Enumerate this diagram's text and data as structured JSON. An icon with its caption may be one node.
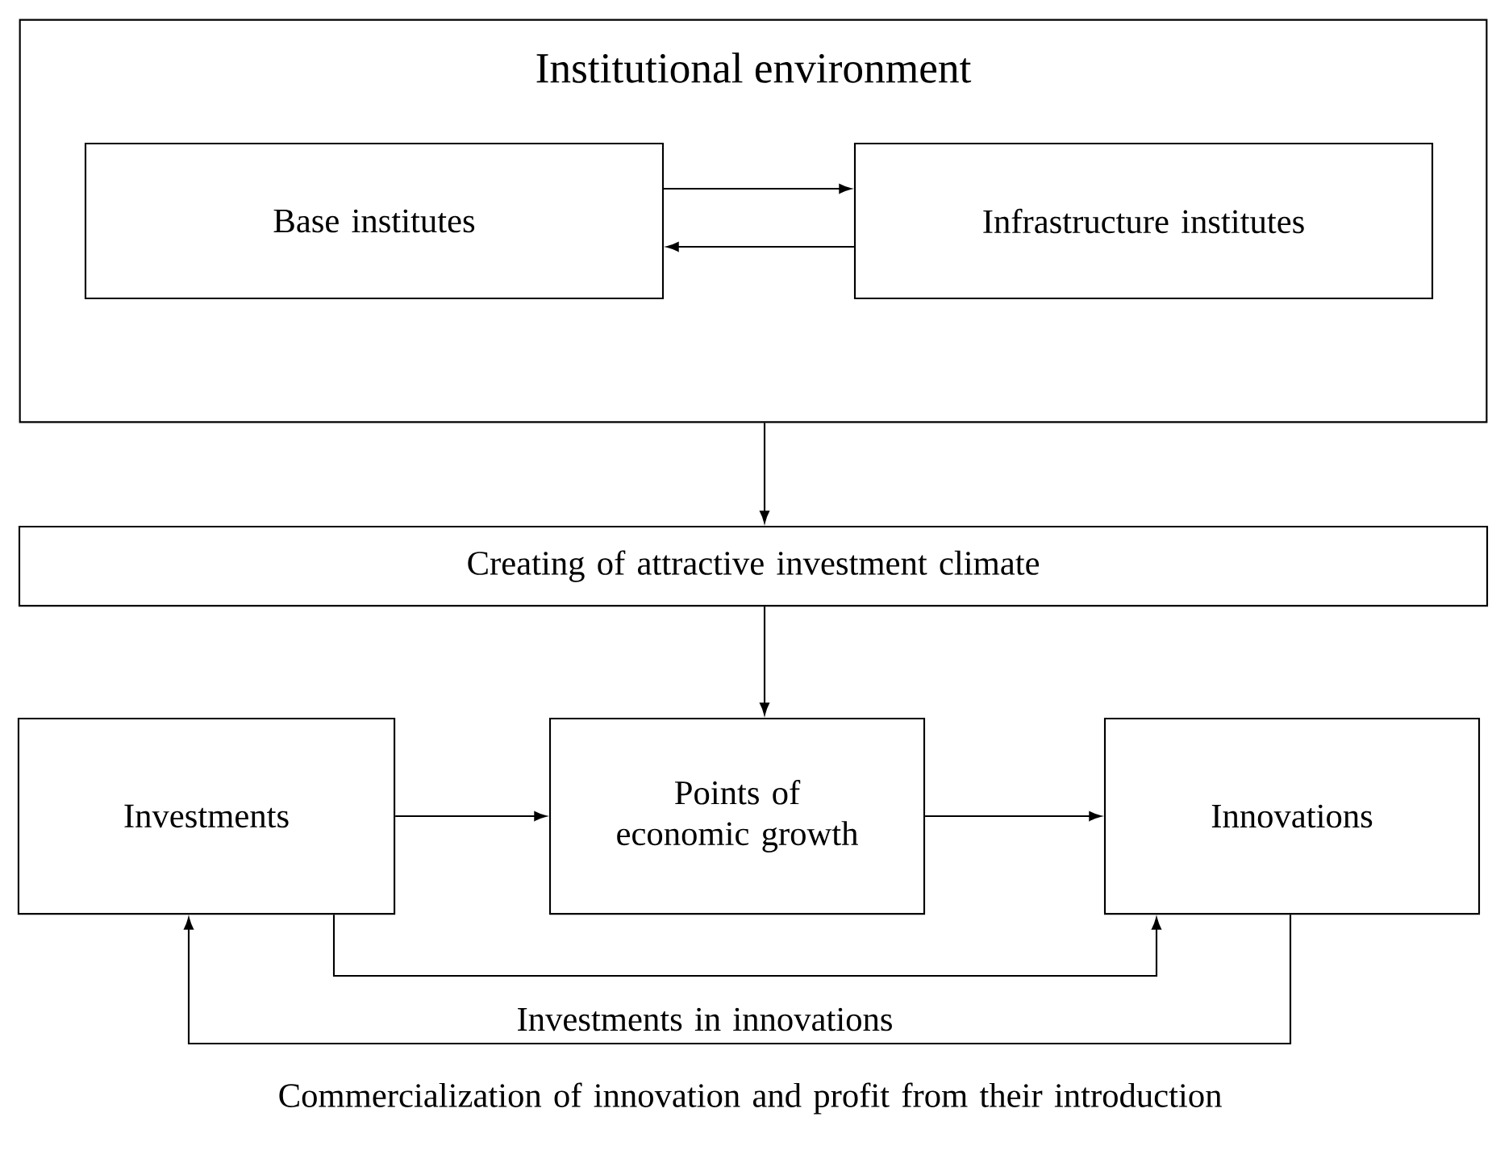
{
  "diagram": {
    "nodes": [
      {
        "text": [
          "Institutional environment"
        ]
      },
      {
        "text": [
          "Base institutes"
        ],
        "in": 0
      },
      {
        "text": [
          "Infrastructure institutes"
        ],
        "in": 0
      },
      {
        "text": [
          "Creating of attractive investment climate"
        ]
      },
      {
        "text": [
          "Investments"
        ]
      },
      {
        "text": [
          "Points of economic growth"
        ]
      },
      {
        "text": [
          "Innovations"
        ]
      }
    ],
    "edges": [
      {
        "from": 1,
        "to": 2,
        "arrow": "to"
      },
      {
        "from": 2,
        "to": 1,
        "arrow": "to"
      },
      {
        "from": 0,
        "to": 3,
        "arrow": "to"
      },
      {
        "from": 3,
        "to": 5,
        "arrow": "to"
      },
      {
        "from": 4,
        "to": 5,
        "arrow": "to"
      },
      {
        "from": 5,
        "to": 6,
        "arrow": "to"
      },
      {
        "from": 4,
        "to": 6,
        "arrow": "to",
        "label": "Investments in innovations"
      },
      {
        "from": 6,
        "to": 4,
        "arrow": "to",
        "label": "Commercialization of innovation and profit from their introduction"
      }
    ]
  }
}
